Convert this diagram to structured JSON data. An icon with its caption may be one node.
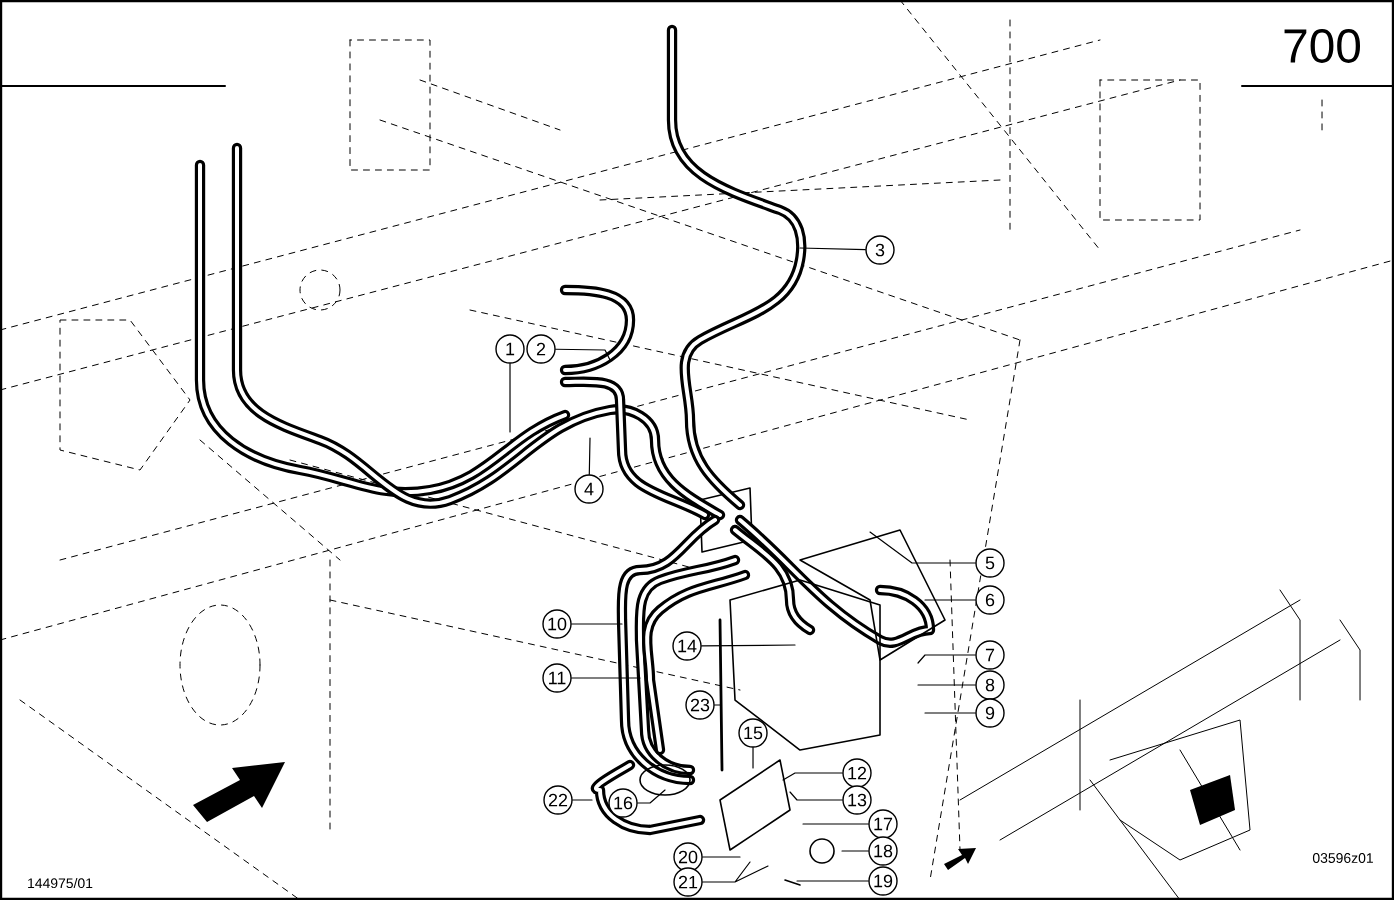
{
  "diagram": {
    "nodes": [
      {
        "text": [
          "1"
        ]
      },
      {
        "text": [
          "2"
        ]
      },
      {
        "text": [
          "3"
        ]
      },
      {
        "text": [
          "4"
        ]
      },
      {
        "text": [
          "5"
        ]
      },
      {
        "text": [
          "6"
        ]
      },
      {
        "text": [
          "7"
        ]
      },
      {
        "text": [
          "8"
        ]
      },
      {
        "text": [
          "9"
        ]
      },
      {
        "text": [
          "10"
        ]
      },
      {
        "text": [
          "11"
        ]
      },
      {
        "text": [
          "12"
        ]
      },
      {
        "text": [
          "13"
        ]
      },
      {
        "text": [
          "14"
        ]
      },
      {
        "text": [
          "15"
        ]
      },
      {
        "text": [
          "16"
        ]
      },
      {
        "text": [
          "17"
        ]
      },
      {
        "text": [
          "18"
        ]
      },
      {
        "text": [
          "19"
        ]
      },
      {
        "text": [
          "20"
        ]
      },
      {
        "text": [
          "21"
        ]
      },
      {
        "text": [
          "22"
        ]
      },
      {
        "text": [
          "23"
        ]
      }
    ],
    "edges": [
      {
        "from": 0,
        "to": null,
        "arrow": "none"
      },
      {
        "from": 1,
        "to": null,
        "arrow": "none"
      },
      {
        "from": 2,
        "to": null,
        "arrow": "none"
      },
      {
        "from": 3,
        "to": null,
        "arrow": "none"
      },
      {
        "from": 4,
        "to": null,
        "arrow": "none"
      },
      {
        "from": 5,
        "to": null,
        "arrow": "none"
      },
      {
        "from": 6,
        "to": null,
        "arrow": "none"
      },
      {
        "from": 7,
        "to": null,
        "arrow": "none"
      },
      {
        "from": 8,
        "to": null,
        "arrow": "none"
      },
      {
        "from": 9,
        "to": null,
        "arrow": "none"
      },
      {
        "from": 10,
        "to": null,
        "arrow": "none"
      },
      {
        "from": 11,
        "to": null,
        "arrow": "none"
      },
      {
        "from": 12,
        "to": null,
        "arrow": "none"
      },
      {
        "from": 13,
        "to": null,
        "arrow": "none"
      },
      {
        "from": 14,
        "to": null,
        "arrow": "none"
      },
      {
        "from": 15,
        "to": null,
        "arrow": "none"
      },
      {
        "from": 16,
        "to": null,
        "arrow": "none"
      },
      {
        "from": 17,
        "to": null,
        "arrow": "none"
      },
      {
        "from": 18,
        "to": null,
        "arrow": "none"
      },
      {
        "from": 19,
        "to": null,
        "arrow": "none"
      },
      {
        "from": 20,
        "to": null,
        "arrow": "none"
      },
      {
        "from": 21,
        "to": null,
        "arrow": "none"
      },
      {
        "from": 22,
        "to": null,
        "arrow": "none"
      }
    ],
    "labels": [
      "700",
      "144975/01",
      "03596z01"
    ]
  }
}
